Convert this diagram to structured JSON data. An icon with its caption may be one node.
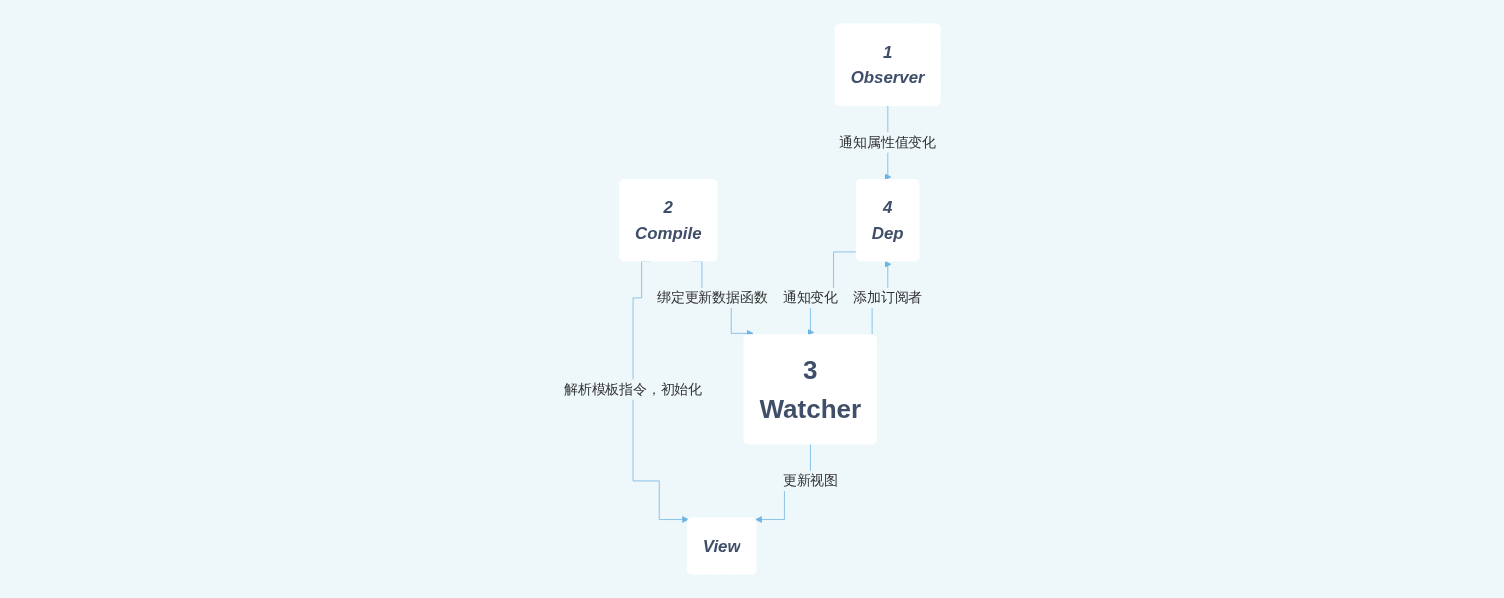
{
  "diagram": {
    "nodes": [
      {
        "text": [
          "1",
          "Observer"
        ]
      },
      {
        "text": [
          "2",
          "Compile"
        ]
      },
      {
        "text": [
          "4",
          "Dep"
        ]
      },
      {
        "text": [
          "3",
          "Watcher"
        ]
      },
      {
        "text": [
          "View"
        ]
      }
    ],
    "edges": [
      {
        "from": 0,
        "to": 2,
        "arrow": "to",
        "label": "通知属性值变化"
      },
      {
        "from": 1,
        "to": 3,
        "arrow": "to",
        "label": "绑定更新数据函数"
      },
      {
        "from": 1,
        "to": 4,
        "arrow": "to",
        "label": "解析模板指令，初始化"
      },
      {
        "from": 3,
        "to": 2,
        "arrow": "to",
        "label": "添加订阅者"
      },
      {
        "from": 2,
        "to": 3,
        "arrow": "to",
        "label": "通知变化"
      },
      {
        "from": 3,
        "to": 4,
        "arrow": "to",
        "label": "更新视图"
      }
    ]
  }
}
